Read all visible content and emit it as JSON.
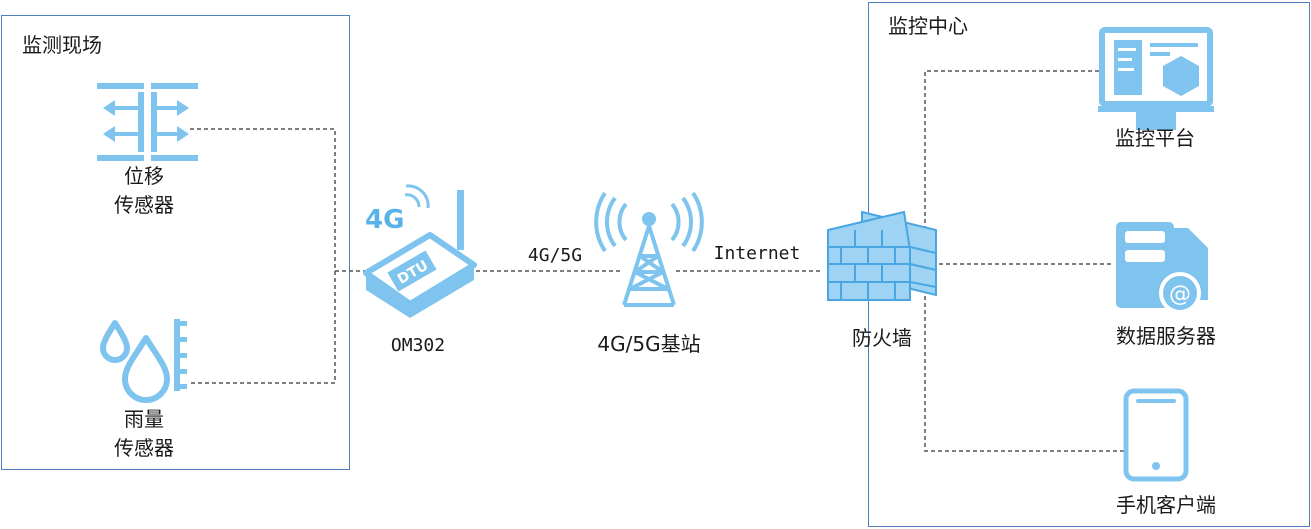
{
  "site": {
    "title": "监测现场",
    "displacement_sensor": {
      "line1": "位移",
      "line2": "传感器"
    },
    "rain_sensor": {
      "line1": "雨量",
      "line2": "传感器"
    }
  },
  "dtu": {
    "badge": "4G",
    "chip": "DTU",
    "label": "OM302"
  },
  "link_4g": "4G/5G",
  "tower": {
    "label": "4G/5G基站"
  },
  "link_internet": "Internet",
  "firewall": {
    "label": "防火墙"
  },
  "center": {
    "title": "监控中心",
    "platform": "监控平台",
    "server": "数据服务器",
    "mobile": "手机客户端"
  },
  "colors": {
    "icon": "#7ec4ee",
    "icon_dark": "#4aa6e0",
    "panel_border": "#4f7fbf",
    "dashed": "#555555"
  }
}
